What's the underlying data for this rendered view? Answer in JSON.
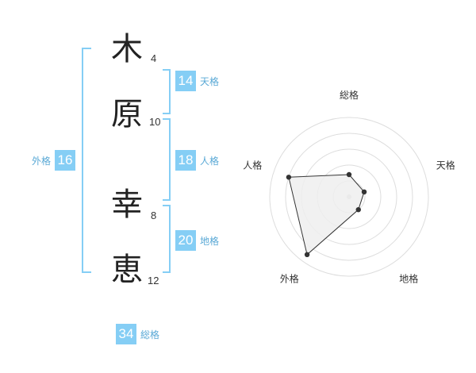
{
  "colors": {
    "accent": "#85cef5",
    "bracket": "#85cef5",
    "label_text": "#5aa9d6",
    "grid": "#dddddd",
    "radar_fill": "#eeeeee",
    "radar_stroke": "#333333"
  },
  "name": {
    "characters": [
      {
        "char": "木",
        "strokes": "4"
      },
      {
        "char": "原",
        "strokes": "10"
      },
      {
        "char": "幸",
        "strokes": "8"
      },
      {
        "char": "恵",
        "strokes": "12"
      }
    ]
  },
  "fortune": {
    "tenkaku": {
      "value": "14",
      "label": "天格"
    },
    "jinkaku": {
      "value": "18",
      "label": "人格"
    },
    "chikaku": {
      "value": "20",
      "label": "地格"
    },
    "gaikaku": {
      "value": "16",
      "label": "外格"
    },
    "soukaku": {
      "value": "34",
      "label": "総格"
    }
  },
  "chart_data": {
    "type": "radar",
    "axes": [
      "総格",
      "天格",
      "地格",
      "外格",
      "人格"
    ],
    "values": [
      1.4,
      1.0,
      1.0,
      4.5,
      4.0
    ],
    "rmax": 5,
    "rings": 5
  }
}
